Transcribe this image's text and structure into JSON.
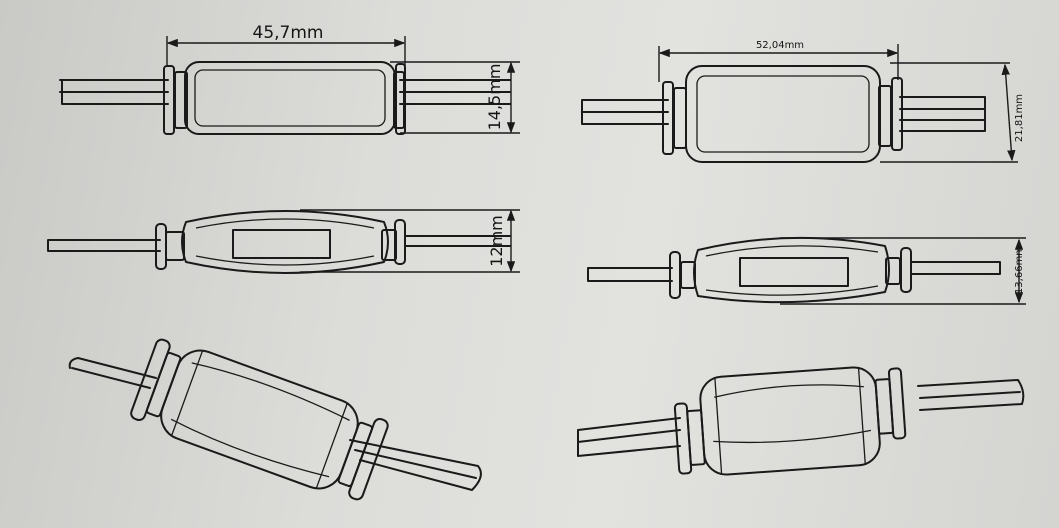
{
  "drawings": {
    "top_left": {
      "length_label": "45,7mm",
      "height_label": "14,5mm"
    },
    "middle_left": {
      "thickness_label": "12mm"
    },
    "top_right": {
      "length_label": "52,04mm",
      "height_label": "21,81mm"
    },
    "middle_right": {
      "thickness_label": "13,66mm"
    }
  },
  "colors": {
    "line": "#1a1a1a",
    "paper": "#dcdcd9"
  }
}
